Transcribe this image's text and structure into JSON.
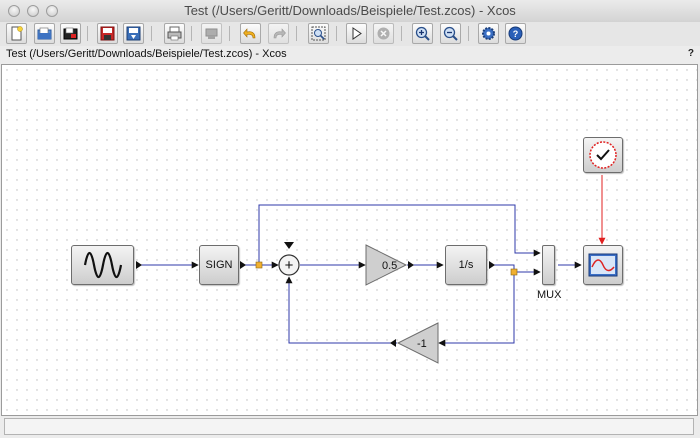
{
  "window": {
    "title": "Test (/Users/Geritt/Downloads/Beispiele/Test.zcos) - Xcos"
  },
  "toolbar": {
    "buttons": [
      {
        "name": "new-diagram-button",
        "icon": "new-file-icon"
      },
      {
        "name": "open-button",
        "icon": "open-folder-icon"
      },
      {
        "name": "open-in-scilab-button",
        "icon": "open-file-icon"
      },
      {
        "name": "save-button",
        "icon": "save-disk-icon"
      },
      {
        "name": "save-as-button",
        "icon": "save-as-icon"
      },
      {
        "name": "print-button",
        "icon": "printer-icon"
      },
      {
        "name": "delete-button",
        "icon": "eraser-icon"
      },
      {
        "name": "undo-button",
        "icon": "undo-icon"
      },
      {
        "name": "redo-button",
        "icon": "redo-icon"
      },
      {
        "name": "fit-diagram-button",
        "icon": "zoom-fit-icon"
      },
      {
        "name": "start-button",
        "icon": "play-icon"
      },
      {
        "name": "stop-button",
        "icon": "stop-icon"
      },
      {
        "name": "zoom-in-button",
        "icon": "zoom-in-icon"
      },
      {
        "name": "zoom-out-button",
        "icon": "zoom-out-icon"
      },
      {
        "name": "setup-button",
        "icon": "gear-icon"
      },
      {
        "name": "help-button",
        "icon": "help-icon"
      }
    ]
  },
  "pathbar": {
    "text": "Test (/Users/Geritt/Downloads/Beispiele/Test.zcos) - Xcos",
    "help": "?"
  },
  "diagram": {
    "blocks": {
      "sine": {
        "type": "GENSIN_f",
        "icon": "sine-wave-icon"
      },
      "sign": {
        "label": "SIGN"
      },
      "sum": {
        "symbol": "+"
      },
      "gain": {
        "label": "0.5"
      },
      "integrator": {
        "label": "1/s"
      },
      "mux": {
        "label": "MUX"
      },
      "scope": {
        "icon": "scope-icon"
      },
      "clock": {
        "icon": "clock-icon"
      },
      "feedback_gain": {
        "label": "-1"
      }
    },
    "colors": {
      "link": "#2f3aa8",
      "event_link": "#e02020",
      "split": "#f0b030"
    }
  },
  "statusbar": {
    "text": ""
  }
}
